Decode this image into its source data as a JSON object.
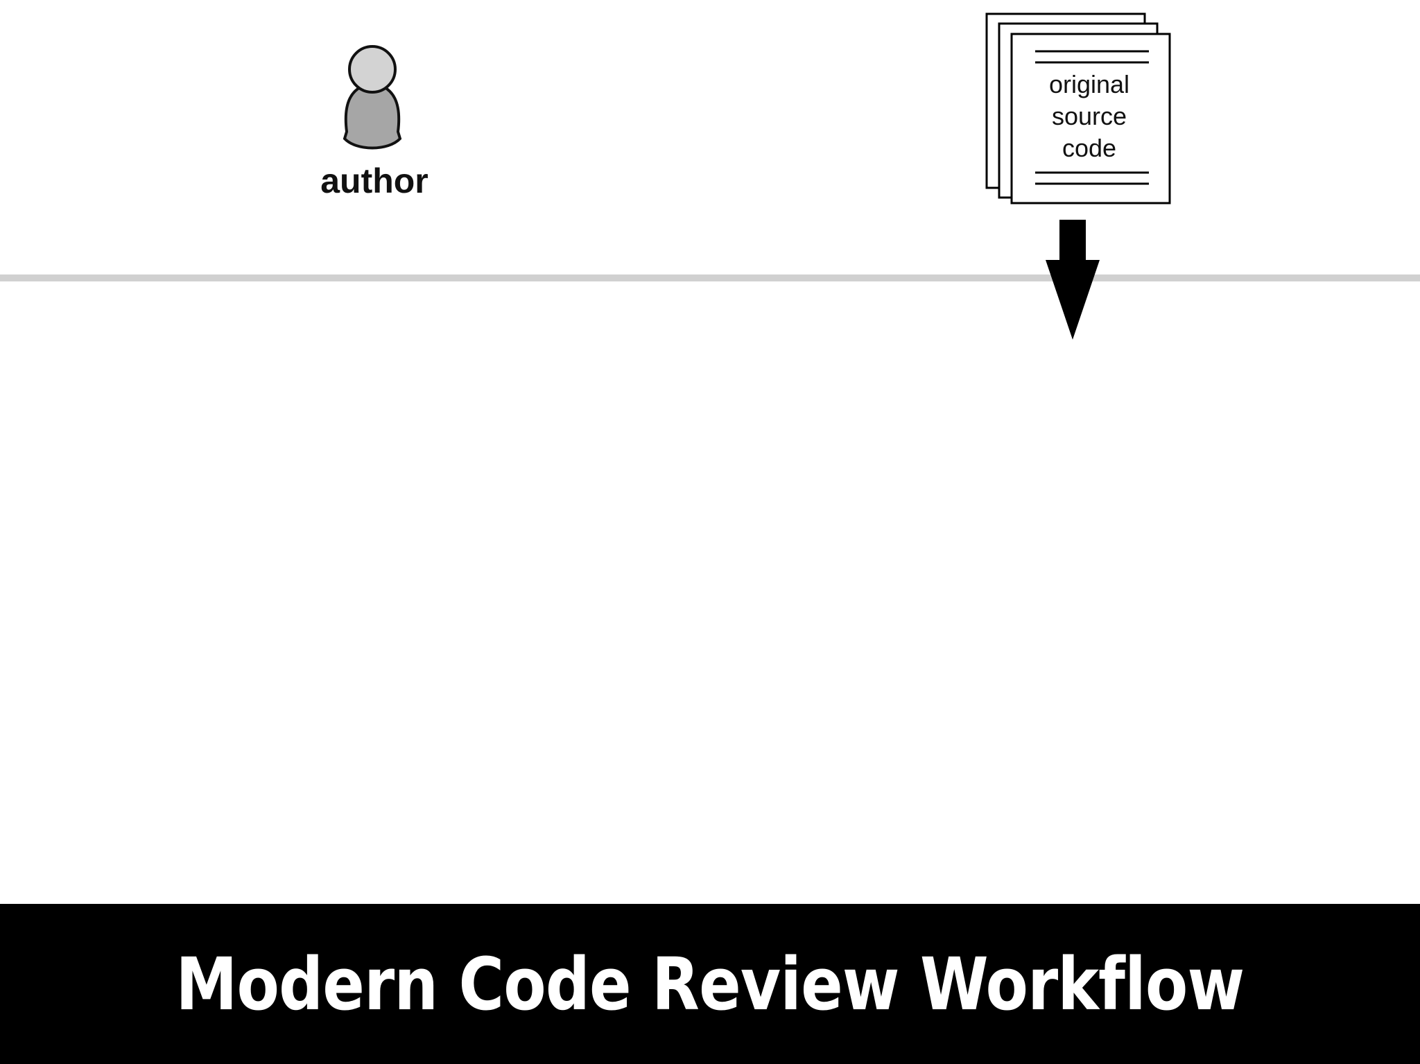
{
  "diagram": {
    "actor": {
      "label": "author",
      "icon": "person-icon"
    },
    "document": {
      "label_lines": [
        "original",
        "source",
        "code"
      ],
      "icon": "document-stack-icon"
    },
    "arrow": {
      "icon": "arrow-down-icon",
      "direction": "down"
    },
    "colors": {
      "person_head": "#d3d3d3",
      "person_body": "#a6a6a6",
      "divider": "#d0d0d0",
      "ink": "#000000"
    }
  },
  "footer": {
    "title": "Modern Code Review Workflow",
    "background": "#000000",
    "text_color": "#ffffff"
  }
}
